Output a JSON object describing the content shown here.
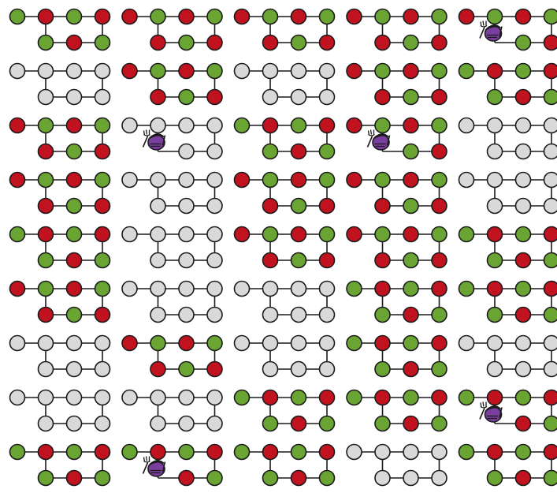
{
  "colors": {
    "green": "#6aa534",
    "red": "#c1121f",
    "gray": "#d9d9d9",
    "stroke": "#1a1a1a",
    "marker_purple": "#7a3e9e"
  },
  "grid": {
    "rows": 9,
    "cols": 5,
    "node_order": [
      "top-1",
      "top-2",
      "top-3",
      "top-4",
      "bottom-1",
      "bottom-2",
      "bottom-3"
    ],
    "marker_icon": "muncher-with-fork-icon",
    "marker_replaces_node": "bottom-1",
    "cells": [
      [
        {
          "top": [
            "g",
            "r",
            "g",
            "r"
          ],
          "bottom": [
            "g",
            "r",
            "g"
          ],
          "marker": false
        },
        {
          "top": [
            "r",
            "g",
            "r",
            "g"
          ],
          "bottom": [
            "r",
            "g",
            "r"
          ],
          "marker": false
        },
        {
          "top": [
            "r",
            "g",
            "r",
            "g"
          ],
          "bottom": [
            "r",
            "g",
            "r"
          ],
          "marker": false
        },
        {
          "top": [
            "r",
            "g",
            "r",
            "g"
          ],
          "bottom": [
            "r",
            "g",
            "r"
          ],
          "marker": false
        },
        {
          "top": [
            "r",
            "g",
            "r",
            "g"
          ],
          "bottom": [
            "r",
            "g",
            "r"
          ],
          "marker": true
        }
      ],
      [
        {
          "top": [
            "w",
            "w",
            "w",
            "w"
          ],
          "bottom": [
            "w",
            "w",
            "w"
          ],
          "marker": false
        },
        {
          "top": [
            "r",
            "g",
            "r",
            "g"
          ],
          "bottom": [
            "r",
            "g",
            "r"
          ],
          "marker": false
        },
        {
          "top": [
            "w",
            "w",
            "w",
            "w"
          ],
          "bottom": [
            "w",
            "w",
            "w"
          ],
          "marker": false
        },
        {
          "top": [
            "r",
            "g",
            "r",
            "g"
          ],
          "bottom": [
            "r",
            "g",
            "r"
          ],
          "marker": false
        },
        {
          "top": [
            "g",
            "r",
            "g",
            "r"
          ],
          "bottom": [
            "g",
            "r",
            "g"
          ],
          "marker": false
        }
      ],
      [
        {
          "top": [
            "r",
            "g",
            "r",
            "g"
          ],
          "bottom": [
            "r",
            "g",
            "r"
          ],
          "marker": false
        },
        {
          "top": [
            "w",
            "w",
            "w",
            "w"
          ],
          "bottom": [
            "w",
            "w",
            "w"
          ],
          "marker": true
        },
        {
          "top": [
            "g",
            "r",
            "g",
            "r"
          ],
          "bottom": [
            "g",
            "r",
            "g"
          ],
          "marker": false
        },
        {
          "top": [
            "r",
            "g",
            "r",
            "g"
          ],
          "bottom": [
            "r",
            "g",
            "r"
          ],
          "marker": true
        },
        {
          "top": [
            "w",
            "w",
            "w",
            "w"
          ],
          "bottom": [
            "w",
            "w",
            "w"
          ],
          "marker": false
        }
      ],
      [
        {
          "top": [
            "r",
            "g",
            "r",
            "g"
          ],
          "bottom": [
            "r",
            "g",
            "r"
          ],
          "marker": false
        },
        {
          "top": [
            "w",
            "w",
            "w",
            "w"
          ],
          "bottom": [
            "w",
            "w",
            "w"
          ],
          "marker": false
        },
        {
          "top": [
            "r",
            "g",
            "r",
            "g"
          ],
          "bottom": [
            "r",
            "g",
            "r"
          ],
          "marker": false
        },
        {
          "top": [
            "r",
            "g",
            "r",
            "g"
          ],
          "bottom": [
            "r",
            "g",
            "r"
          ],
          "marker": false
        },
        {
          "top": [
            "w",
            "w",
            "w",
            "w"
          ],
          "bottom": [
            "w",
            "w",
            "w"
          ],
          "marker": false
        }
      ],
      [
        {
          "top": [
            "g",
            "r",
            "g",
            "r"
          ],
          "bottom": [
            "g",
            "r",
            "g"
          ],
          "marker": false
        },
        {
          "top": [
            "w",
            "w",
            "w",
            "w"
          ],
          "bottom": [
            "w",
            "w",
            "w"
          ],
          "marker": false
        },
        {
          "top": [
            "r",
            "g",
            "r",
            "g"
          ],
          "bottom": [
            "r",
            "g",
            "r"
          ],
          "marker": false
        },
        {
          "top": [
            "r",
            "g",
            "r",
            "g"
          ],
          "bottom": [
            "r",
            "g",
            "r"
          ],
          "marker": false
        },
        {
          "top": [
            "g",
            "r",
            "g",
            "r"
          ],
          "bottom": [
            "g",
            "r",
            "g"
          ],
          "marker": false
        }
      ],
      [
        {
          "top": [
            "r",
            "g",
            "r",
            "g"
          ],
          "bottom": [
            "r",
            "g",
            "r"
          ],
          "marker": false
        },
        {
          "top": [
            "w",
            "w",
            "w",
            "w"
          ],
          "bottom": [
            "w",
            "w",
            "w"
          ],
          "marker": false
        },
        {
          "top": [
            "w",
            "w",
            "w",
            "w"
          ],
          "bottom": [
            "w",
            "w",
            "w"
          ],
          "marker": false
        },
        {
          "top": [
            "g",
            "r",
            "g",
            "r"
          ],
          "bottom": [
            "g",
            "r",
            "g"
          ],
          "marker": false
        },
        {
          "top": [
            "g",
            "r",
            "g",
            "r"
          ],
          "bottom": [
            "g",
            "r",
            "g"
          ],
          "marker": false
        }
      ],
      [
        {
          "top": [
            "w",
            "w",
            "w",
            "w"
          ],
          "bottom": [
            "w",
            "w",
            "w"
          ],
          "marker": false
        },
        {
          "top": [
            "r",
            "g",
            "r",
            "g"
          ],
          "bottom": [
            "r",
            "g",
            "r"
          ],
          "marker": false
        },
        {
          "top": [
            "w",
            "w",
            "w",
            "w"
          ],
          "bottom": [
            "w",
            "w",
            "w"
          ],
          "marker": false
        },
        {
          "top": [
            "g",
            "r",
            "g",
            "r"
          ],
          "bottom": [
            "g",
            "r",
            "g"
          ],
          "marker": false
        },
        {
          "top": [
            "w",
            "w",
            "w",
            "w"
          ],
          "bottom": [
            "w",
            "w",
            "w"
          ],
          "marker": false
        }
      ],
      [
        {
          "top": [
            "w",
            "w",
            "w",
            "w"
          ],
          "bottom": [
            "w",
            "w",
            "w"
          ],
          "marker": false
        },
        {
          "top": [
            "w",
            "w",
            "w",
            "w"
          ],
          "bottom": [
            "w",
            "w",
            "w"
          ],
          "marker": false
        },
        {
          "top": [
            "g",
            "r",
            "g",
            "r"
          ],
          "bottom": [
            "g",
            "r",
            "g"
          ],
          "marker": false
        },
        {
          "top": [
            "g",
            "r",
            "g",
            "r"
          ],
          "bottom": [
            "g",
            "r",
            "g"
          ],
          "marker": false
        },
        {
          "top": [
            "g",
            "r",
            "g",
            "r"
          ],
          "bottom": [
            "g",
            "r",
            "g"
          ],
          "marker": true
        }
      ],
      [
        {
          "top": [
            "g",
            "r",
            "g",
            "r"
          ],
          "bottom": [
            "g",
            "r",
            "g"
          ],
          "marker": false
        },
        {
          "top": [
            "g",
            "r",
            "g",
            "r"
          ],
          "bottom": [
            "g",
            "r",
            "g"
          ],
          "marker": true
        },
        {
          "top": [
            "g",
            "r",
            "g",
            "r"
          ],
          "bottom": [
            "g",
            "r",
            "g"
          ],
          "marker": false
        },
        {
          "top": [
            "w",
            "w",
            "w",
            "w"
          ],
          "bottom": [
            "w",
            "w",
            "w"
          ],
          "marker": false
        },
        {
          "top": [
            "g",
            "r",
            "g",
            "r"
          ],
          "bottom": [
            "g",
            "r",
            "g"
          ],
          "marker": false
        }
      ]
    ]
  }
}
